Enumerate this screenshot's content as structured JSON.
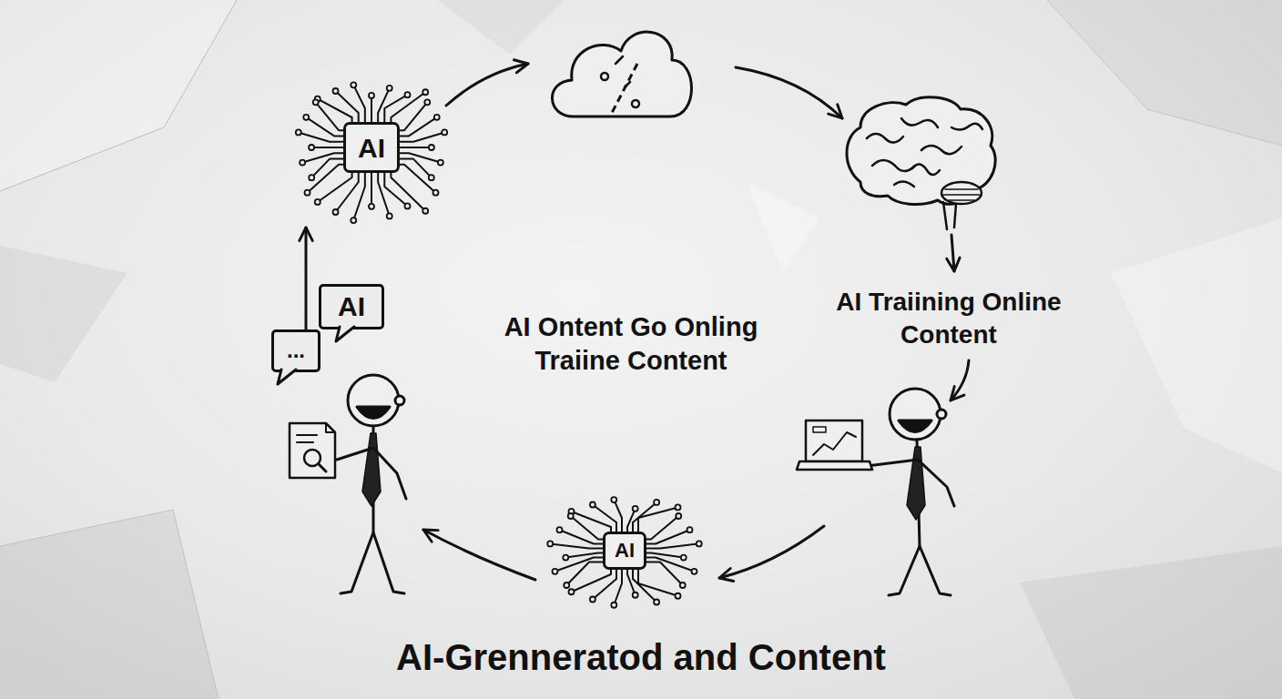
{
  "diagram": {
    "title": "AI-Grenneratod and Content",
    "nodes": [
      {
        "text": [
          "AI"
        ]
      },
      {
        "text": [
          "AI"
        ]
      },
      {
        "text": [
          "..."
        ]
      },
      {
        "text": [
          "AI"
        ]
      }
    ],
    "edges": [
      {
        "from": 2,
        "to": 0,
        "arrow": "to"
      }
    ],
    "labels": [
      "AI Traiining Online Content",
      "AI Ontent Go Onling Traiine Content"
    ]
  }
}
